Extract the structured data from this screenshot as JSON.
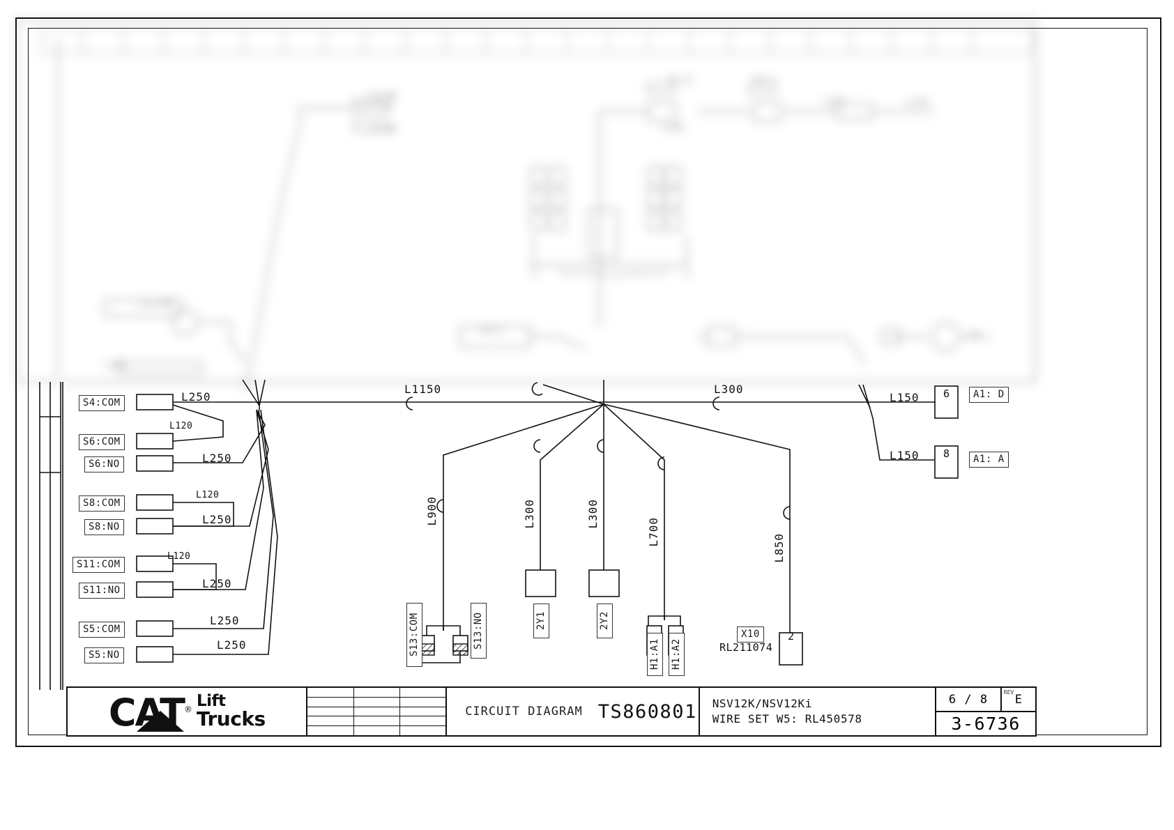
{
  "document": {
    "type": "Electrical circuit / wiring diagram",
    "sheet_border": true
  },
  "title_block": {
    "logo_text_main": "CAT",
    "logo_registered": "®",
    "logo_line1": "Lift",
    "logo_line2": "Trucks",
    "drawing_kind": "CIRCUIT DIAGRAM",
    "drawing_number": "TS860801",
    "description_line1": "NSV12K/NSV12Ki",
    "description_line2": "WIRE SET W5: RL450578",
    "page": "6 / 8",
    "rev_caption": "REV",
    "rev_value": "E",
    "sheet_code": "3-6736"
  },
  "left_terminals": [
    {
      "label": "S4:COM",
      "wire": "L250"
    },
    {
      "label": "S6:COM",
      "wire": "L120"
    },
    {
      "label": "S6:NO",
      "wire": "L250"
    },
    {
      "label": "S8:COM",
      "wire": "L120"
    },
    {
      "label": "S8:NO",
      "wire": "L250"
    },
    {
      "label": "S11:COM",
      "wire": "L120"
    },
    {
      "label": "S11:NO",
      "wire": "L250"
    },
    {
      "label": "S5:COM",
      "wire": "L250"
    },
    {
      "label": "S5:NO",
      "wire": "L250"
    }
  ],
  "wire_labels": {
    "l250_a": "L250",
    "l120_a": "L120",
    "l250_b": "L250",
    "l120_b": "L120",
    "l250_c": "L250",
    "l120_c": "L120",
    "l250_d": "L250",
    "l250_e": "L250",
    "l250_f": "L250",
    "l1150": "L1150",
    "l300_bus": "L300",
    "l150_top": "L150",
    "l150_bottom": "L150",
    "l900": "L900",
    "l300_2y1": "L300",
    "l300_2y2": "L300",
    "l700": "L700",
    "l850": "L850"
  },
  "devices": {
    "s13_com": "S13:COM",
    "s13_no": "S13:NO",
    "solenoid_2y1": "2Y1",
    "solenoid_2y2": "2Y2",
    "horn_a1": "H1:A1",
    "horn_a2": "H1:A2",
    "connector_x10": "X10",
    "connector_x10_part": "RL211074",
    "connector_x10_pin": "2"
  },
  "right_connectors": [
    {
      "pin": "6",
      "label": "A1: D",
      "wire": "L150"
    },
    {
      "pin": "8",
      "label": "A1: A",
      "wire": "L150"
    }
  ]
}
